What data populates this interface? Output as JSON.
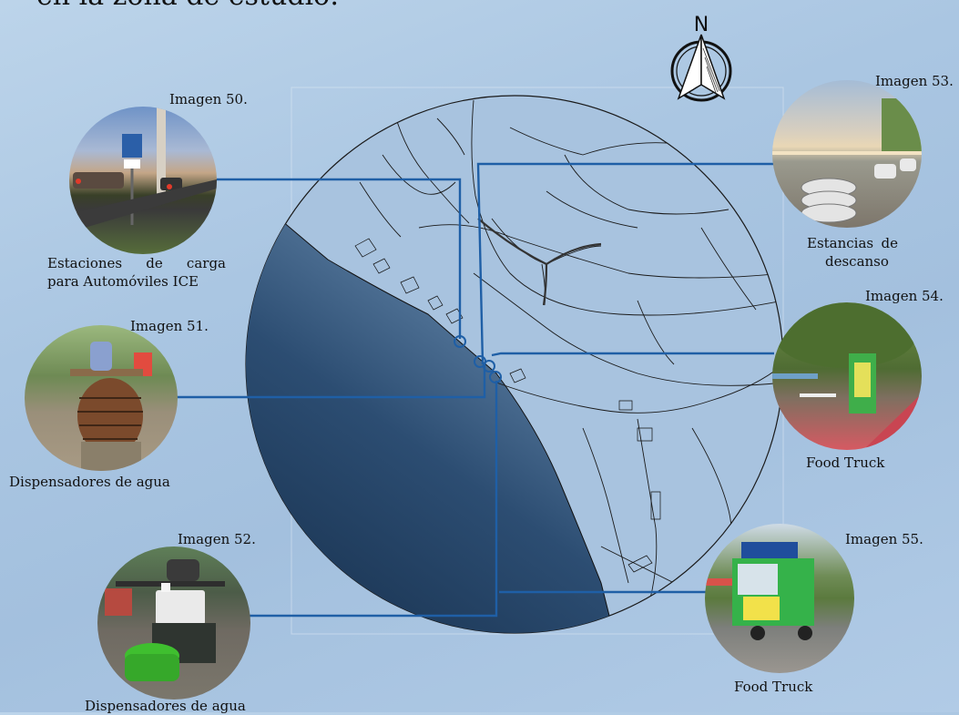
{
  "title": "en la zona de estudio:",
  "compass": {
    "north_label": "N"
  },
  "images": [
    {
      "id": "50",
      "label": "Imagen 50.",
      "caption_line1": "Estaciones de carga",
      "caption_line2": "para Automóviles ICE"
    },
    {
      "id": "51",
      "label": "Imagen 51.",
      "caption_line1": "Dispensadores de agua"
    },
    {
      "id": "52",
      "label": "Imagen 52.",
      "caption_line1": "Dispensadores de agua"
    },
    {
      "id": "53",
      "label": "Imagen 53.",
      "caption_line1": "Estancias de",
      "caption_line2": "descanso"
    },
    {
      "id": "54",
      "label": "Imagen 54.",
      "caption_line1": "Food Truck"
    },
    {
      "id": "55",
      "label": "Imagen 55.",
      "caption_line1": "Food Truck"
    }
  ],
  "colors": {
    "connector": "#1f5fa6",
    "ocean_dark": "#1b3350",
    "ocean_light": "#5f84a8",
    "map_line": "#1a1a1a"
  }
}
